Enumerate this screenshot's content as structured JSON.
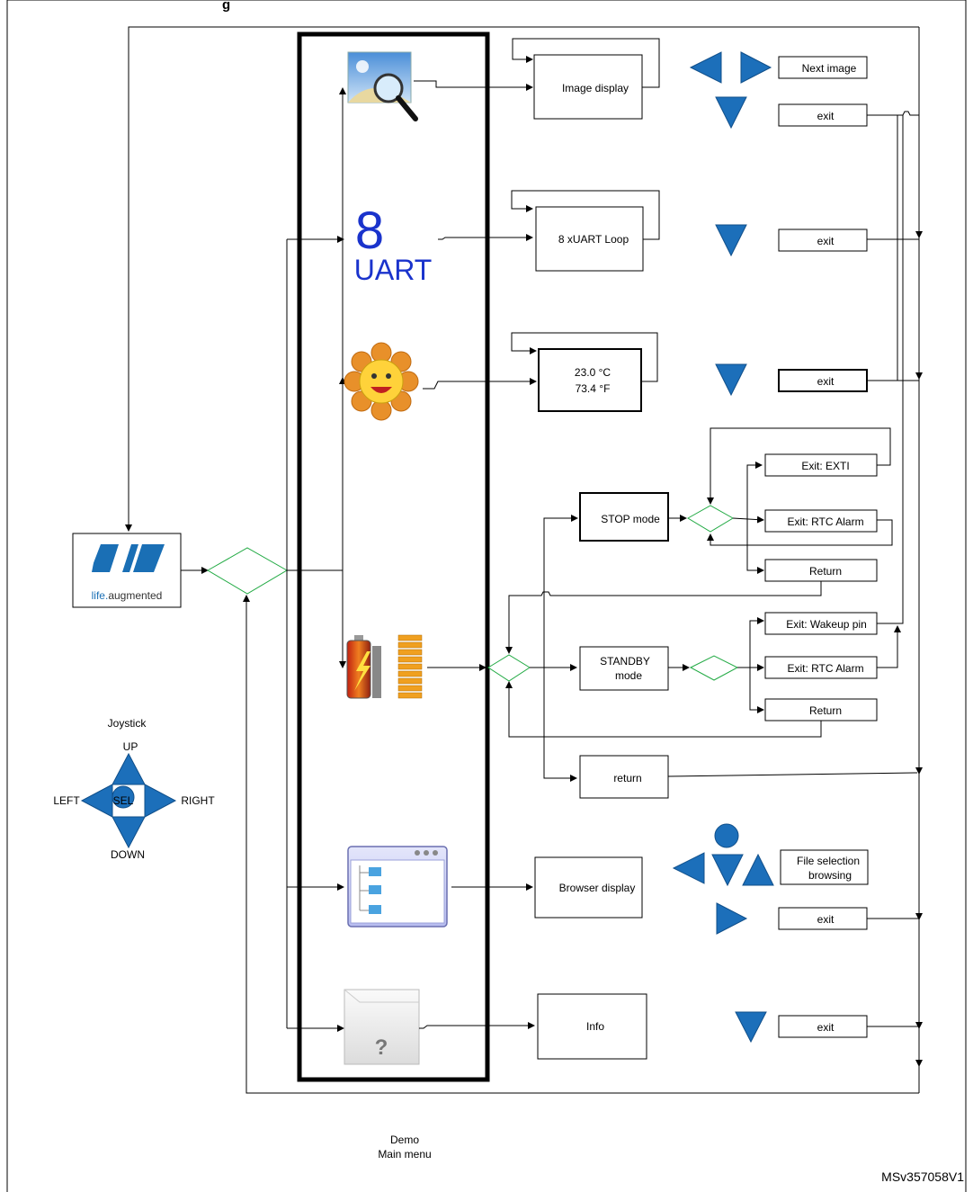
{
  "title_fragment": "g",
  "icons": {
    "uart_num": "8",
    "uart_word": "UART",
    "st_tagline_1": "life.",
    "st_tagline_2": "augmented"
  },
  "boxes": {
    "image_display": "Image display",
    "next_image": "Next image",
    "exit_1": "exit",
    "uart_loop": "8 xUART Loop",
    "exit_2": "exit",
    "temp_c": "23.0 °C",
    "temp_f": "73.4 °F",
    "exit_3": "exit",
    "exit_exti": "Exit: EXTI",
    "stop_mode": "STOP mode",
    "exit_rtc_1": "Exit: RTC Alarm",
    "return_1": "Return",
    "exit_wakeup": "Exit: Wakeup pin",
    "standby_1": "STANDBY",
    "standby_2": "mode",
    "exit_rtc_2": "Exit: RTC Alarm",
    "return_2": "Return",
    "return_lower": "return",
    "file_sel_1": "File selection",
    "file_sel_2": "browsing",
    "browser_display": "Browser display",
    "exit_4": "exit",
    "info": "Info",
    "exit_5": "exit"
  },
  "joystick": {
    "title": "Joystick",
    "up": "UP",
    "left": "LEFT",
    "sel": "SEL",
    "right": "RIGHT",
    "down": "DOWN"
  },
  "caption": {
    "line1": "Demo",
    "line2": "Main menu"
  },
  "figure_id": "MSv357058V1",
  "colors": {
    "arrow_blue": "#1c6fba",
    "decision_green": "#22aa44"
  }
}
